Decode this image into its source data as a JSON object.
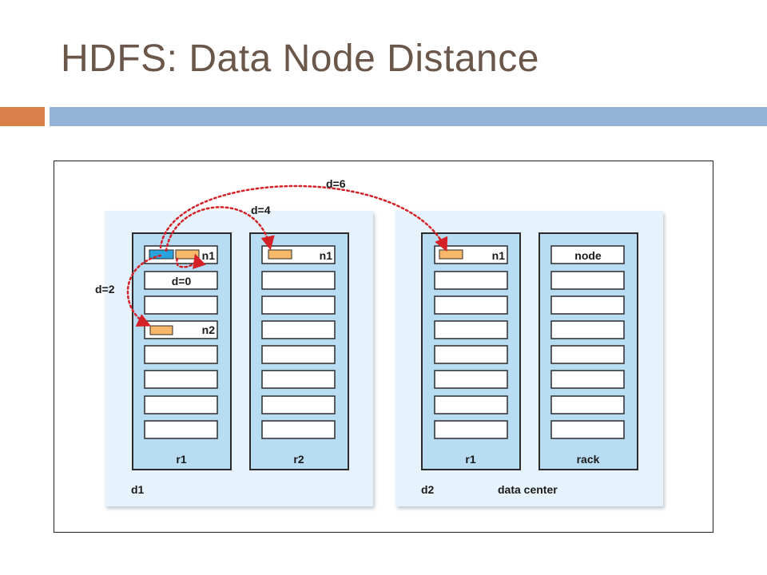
{
  "slide": {
    "title": "HDFS: Data Node Distance"
  },
  "diagram": {
    "datacenters": [
      {
        "label": "d1",
        "racks": [
          {
            "label": "r1",
            "nodes": [
              "n1",
              "d=0",
              "",
              "n2",
              "",
              "",
              "",
              ""
            ]
          },
          {
            "label": "r2",
            "nodes": [
              "n1",
              "",
              "",
              "",
              "",
              "",
              "",
              ""
            ]
          }
        ]
      },
      {
        "label": "d2",
        "caption": "data center",
        "racks": [
          {
            "label": "r1",
            "nodes": [
              "n1",
              "",
              "",
              "",
              "",
              "",
              "",
              ""
            ]
          },
          {
            "label": "rack",
            "nodes": [
              "node",
              "",
              "",
              "",
              "",
              "",
              "",
              ""
            ]
          }
        ]
      }
    ],
    "distances": [
      "d=2",
      "d=4",
      "d=6"
    ],
    "colors": {
      "datacenter": "#e6f3fc",
      "rack": "#b8ddf2",
      "origin_block": "#29a3dc",
      "replica_block": "#f7b86a",
      "arrow": "#d42027"
    }
  }
}
